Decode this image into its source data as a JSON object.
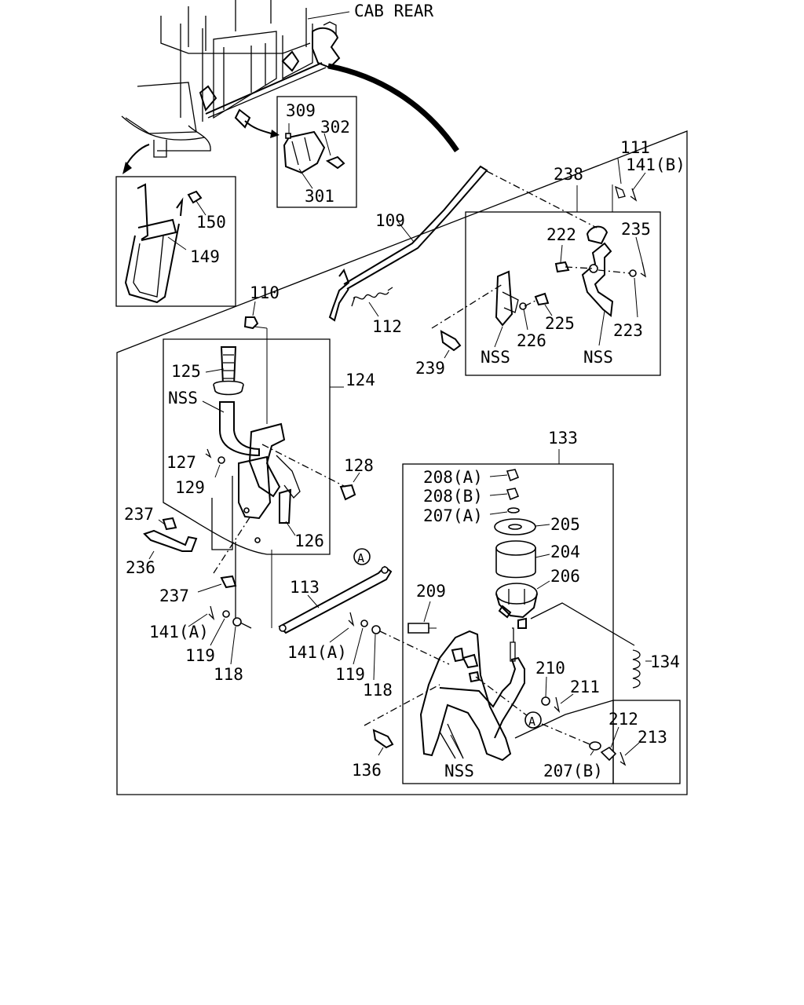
{
  "header_label": "CAB REAR",
  "callouts": {
    "c309": "309",
    "c302": "302",
    "c301": "301",
    "c150": "150",
    "c149": "149",
    "c111": "111",
    "c141b": "141(B)",
    "c238": "238",
    "c109": "109",
    "c222": "222",
    "c235": "235",
    "c225": "225",
    "c226": "226",
    "c223": "223",
    "c112": "112",
    "c239": "239",
    "nss1": "NSS",
    "nss2": "NSS",
    "c110": "110",
    "c125": "125",
    "nss3": "NSS",
    "c124": "124",
    "c127": "127",
    "c129": "129",
    "c128": "128",
    "c126": "126",
    "c237a": "237",
    "c236": "236",
    "c237b": "237",
    "c141a1": "141(A)",
    "c119a": "119",
    "c118a": "118",
    "markerA1": "A",
    "markerA2": "A",
    "c113": "113",
    "c141a2": "141(A)",
    "c119b": "119",
    "c118b": "118",
    "c133": "133",
    "c208a": "208(A)",
    "c208b": "208(B)",
    "c207a": "207(A)",
    "c205": "205",
    "c204": "204",
    "c206": "206",
    "c209": "209",
    "c134": "134",
    "c210": "210",
    "c211": "211",
    "c212": "212",
    "c213": "213",
    "c136": "136",
    "nss4": "NSS",
    "c207b": "207(B)"
  }
}
